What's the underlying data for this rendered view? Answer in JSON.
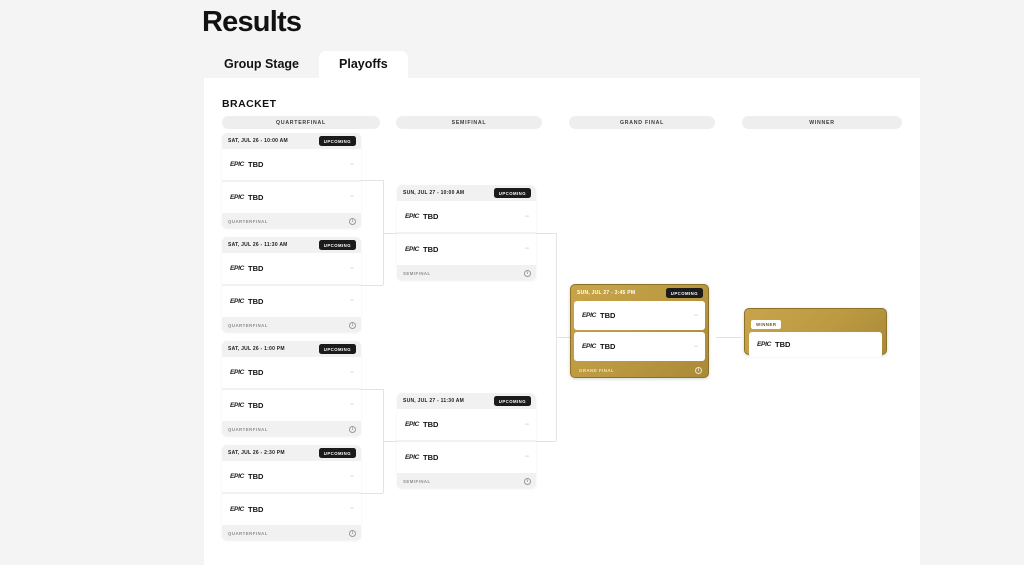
{
  "header": {
    "title": "Results"
  },
  "tabs": [
    {
      "label": "Group Stage",
      "active": false
    },
    {
      "label": "Playoffs",
      "active": true
    }
  ],
  "bracket": {
    "section_title": "BRACKET",
    "columns": [
      {
        "label": "QUARTERFINAL"
      },
      {
        "label": "SEMIFINAL"
      },
      {
        "label": "GRAND FINAL"
      },
      {
        "label": "WINNER"
      }
    ],
    "team_placeholder": "TBD",
    "team_logo": "EPIC",
    "score_placeholder": "--",
    "info_icon": "i",
    "winner_badge": "WINNER",
    "quarterfinals": [
      {
        "date": "SAT, JUL 26 - 10:00 AM",
        "status": "UPCOMING",
        "round": "QUARTERFINAL",
        "teams": [
          {
            "logo": "EPIC",
            "name": "TBD",
            "score": "--"
          },
          {
            "logo": "EPIC",
            "name": "TBD",
            "score": "--"
          }
        ]
      },
      {
        "date": "SAT, JUL 26 - 11:30 AM",
        "status": "UPCOMING",
        "round": "QUARTERFINAL",
        "teams": [
          {
            "logo": "EPIC",
            "name": "TBD",
            "score": "--"
          },
          {
            "logo": "EPIC",
            "name": "TBD",
            "score": "--"
          }
        ]
      },
      {
        "date": "SAT, JUL 26 - 1:00 PM",
        "status": "UPCOMING",
        "round": "QUARTERFINAL",
        "teams": [
          {
            "logo": "EPIC",
            "name": "TBD",
            "score": "--"
          },
          {
            "logo": "EPIC",
            "name": "TBD",
            "score": "--"
          }
        ]
      },
      {
        "date": "SAT, JUL 26 - 2:30 PM",
        "status": "UPCOMING",
        "round": "QUARTERFINAL",
        "teams": [
          {
            "logo": "EPIC",
            "name": "TBD",
            "score": "--"
          },
          {
            "logo": "EPIC",
            "name": "TBD",
            "score": "--"
          }
        ]
      }
    ],
    "semifinals": [
      {
        "date": "SUN, JUL 27 - 10:00 AM",
        "status": "UPCOMING",
        "round": "SEMIFINAL",
        "teams": [
          {
            "logo": "EPIC",
            "name": "TBD",
            "score": "--"
          },
          {
            "logo": "EPIC",
            "name": "TBD",
            "score": "--"
          }
        ]
      },
      {
        "date": "SUN, JUL 27 - 11:30 AM",
        "status": "UPCOMING",
        "round": "SEMIFINAL",
        "teams": [
          {
            "logo": "EPIC",
            "name": "TBD",
            "score": "--"
          },
          {
            "logo": "EPIC",
            "name": "TBD",
            "score": "--"
          }
        ]
      }
    ],
    "grand_final": {
      "date": "SUN, JUL 27 - 3:45 PM",
      "status": "UPCOMING",
      "round": "GRAND FINAL",
      "teams": [
        {
          "logo": "EPIC",
          "name": "TBD",
          "score": "--"
        },
        {
          "logo": "EPIC",
          "name": "TBD",
          "score": "--"
        }
      ]
    },
    "winner": {
      "badge": "WINNER",
      "team": {
        "logo": "EPIC",
        "name": "TBD"
      }
    }
  },
  "colors": {
    "page_bg": "#f4f4f4",
    "panel_bg": "#ffffff",
    "accent_gold": "#bc9a42",
    "badge_dark": "#1b1b1b",
    "column_header_bg": "#eeeeee"
  }
}
